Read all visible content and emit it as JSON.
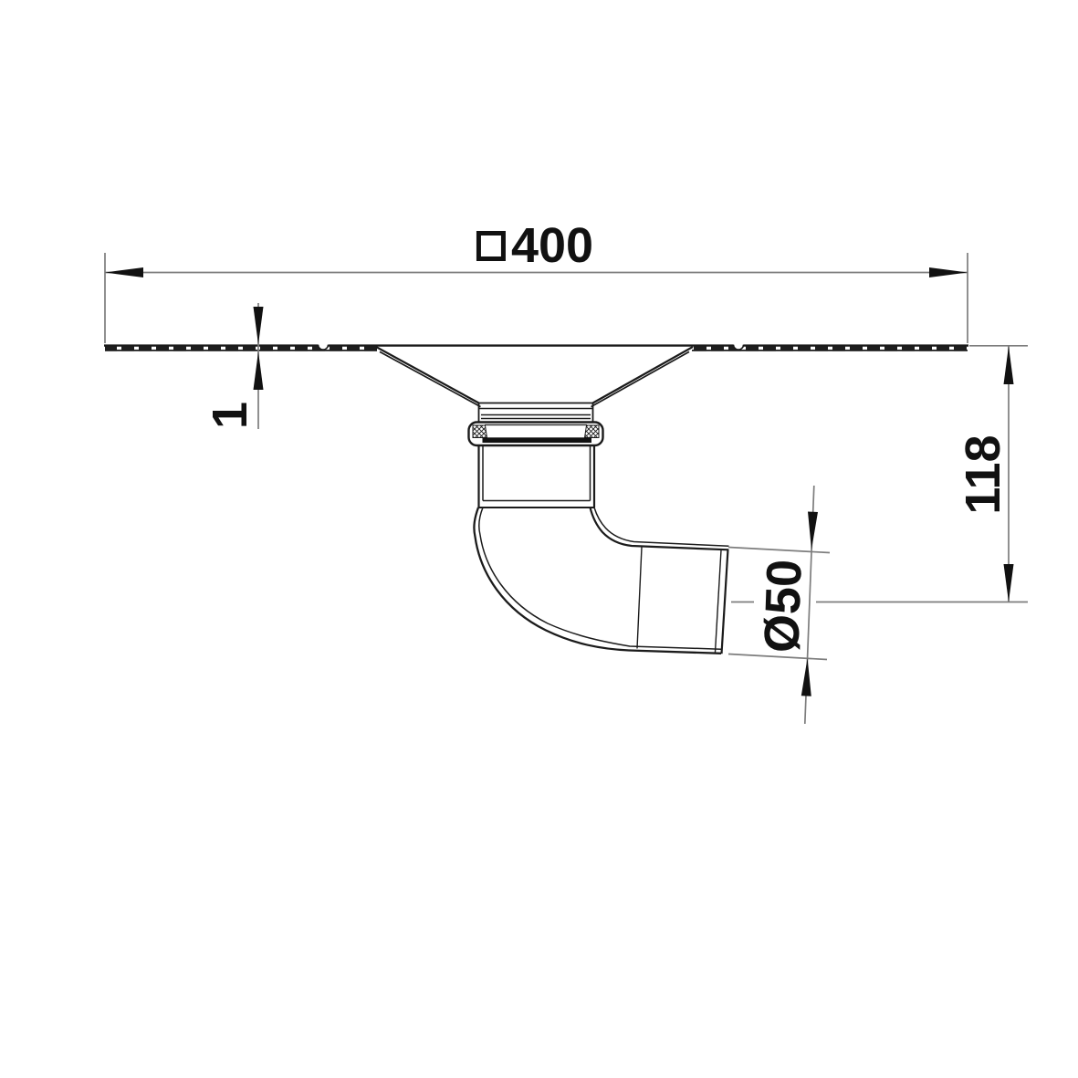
{
  "drawing": {
    "background_color": "#ffffff",
    "line_colors": {
      "object": "#1b1b1b",
      "dimension": "#7d7d7d",
      "text": "#111111"
    },
    "dimensions": {
      "plate_width": {
        "symbol": "square",
        "value": "400"
      },
      "plate_thickness": {
        "value": "1"
      },
      "outlet_height": {
        "value": "118"
      },
      "outlet_diameter": {
        "value": "Ø50"
      }
    }
  }
}
